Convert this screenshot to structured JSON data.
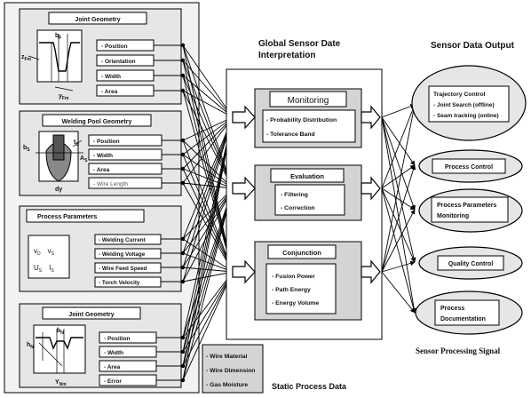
{
  "sections": {
    "interpretation_title": [
      "Global Sensor Date",
      "Interpretation"
    ],
    "output_title": "Sensor Data Output",
    "processing_label": "Sensor Processing Signal",
    "static_label": "Static Process Data"
  },
  "panels": [
    {
      "title": "Joint Geometry",
      "items": [
        "- Position",
        "- Orientation",
        "- Width",
        "- Area"
      ],
      "symbols": [
        "b",
        "F",
        "z",
        "Fm",
        "y",
        "Fm"
      ]
    },
    {
      "title": "Welding Pool Geometry",
      "items": [
        "- Position",
        "- Width",
        "- Area",
        "- Wire Length"
      ],
      "symbols": [
        "b",
        "S",
        "t",
        "D",
        "A",
        "S",
        "dy"
      ]
    },
    {
      "title": "Process Parameters",
      "items": [
        "- Welding Current",
        "- Welding Voltage",
        "- Wire Feed Speed",
        "- Torch Velocity"
      ],
      "symbols": [
        "v",
        "D",
        "v",
        "S",
        "U",
        "S",
        "I",
        "S"
      ]
    },
    {
      "title": "Joint Geometry",
      "items": [
        "- Position",
        "- Width",
        "- Area",
        "- Error"
      ],
      "symbols": [
        "b",
        "N",
        "h",
        "N",
        "Y",
        "Nm"
      ]
    }
  ],
  "processing": [
    {
      "title": "Monitoring",
      "items": [
        "- Probability Distribution",
        "- Tolerance Band"
      ]
    },
    {
      "title": "Evaluation",
      "items": [
        "- Filtering",
        "- Correction"
      ]
    },
    {
      "title": "Conjunction",
      "items": [
        "- Fusion Power",
        "- Path Energy",
        "- Energy Volume"
      ]
    }
  ],
  "outputs": [
    {
      "lines": [
        "Trajectory Control",
        "- Joint Search (offline)",
        "- Seam tracking (online)"
      ]
    },
    {
      "lines": [
        "Process Control"
      ]
    },
    {
      "lines": [
        "Process Parameters",
        "Monitoring"
      ]
    },
    {
      "lines": [
        "Quality Control"
      ]
    },
    {
      "lines": [
        "Process",
        "Documentation"
      ]
    }
  ],
  "static_items": [
    "- Wire Material",
    "- Wire Dimension",
    "- Gas Moisture"
  ]
}
